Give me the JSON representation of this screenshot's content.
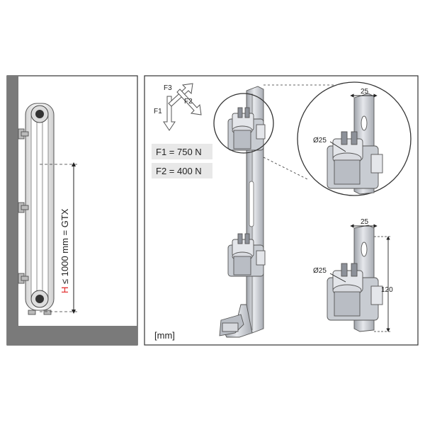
{
  "left_panel": {
    "height_formula": {
      "prefix": "H",
      "rest": " ≤ 1000 mm = GTX"
    }
  },
  "right_panel": {
    "force_labels": {
      "f1": "F1",
      "f2": "F2",
      "f3": "F3"
    },
    "forces": [
      {
        "text": "F1 = 750 N"
      },
      {
        "text": "F2 = 400 N"
      }
    ],
    "unit_label": "[mm]",
    "detail_top": {
      "width_dim": "25",
      "diameter": "Ø25"
    },
    "detail_bottom": {
      "width_dim": "25",
      "diameter": "Ø25",
      "height_dim": "120"
    }
  },
  "colors": {
    "wall": "#7a7a7a",
    "outline": "#333333",
    "metal_light": "#e4e6ea",
    "metal_mid": "#b9bdc4",
    "metal_dark": "#8d9199",
    "red_text": "#e02020",
    "force_box_bg": "#e8e8e8"
  }
}
